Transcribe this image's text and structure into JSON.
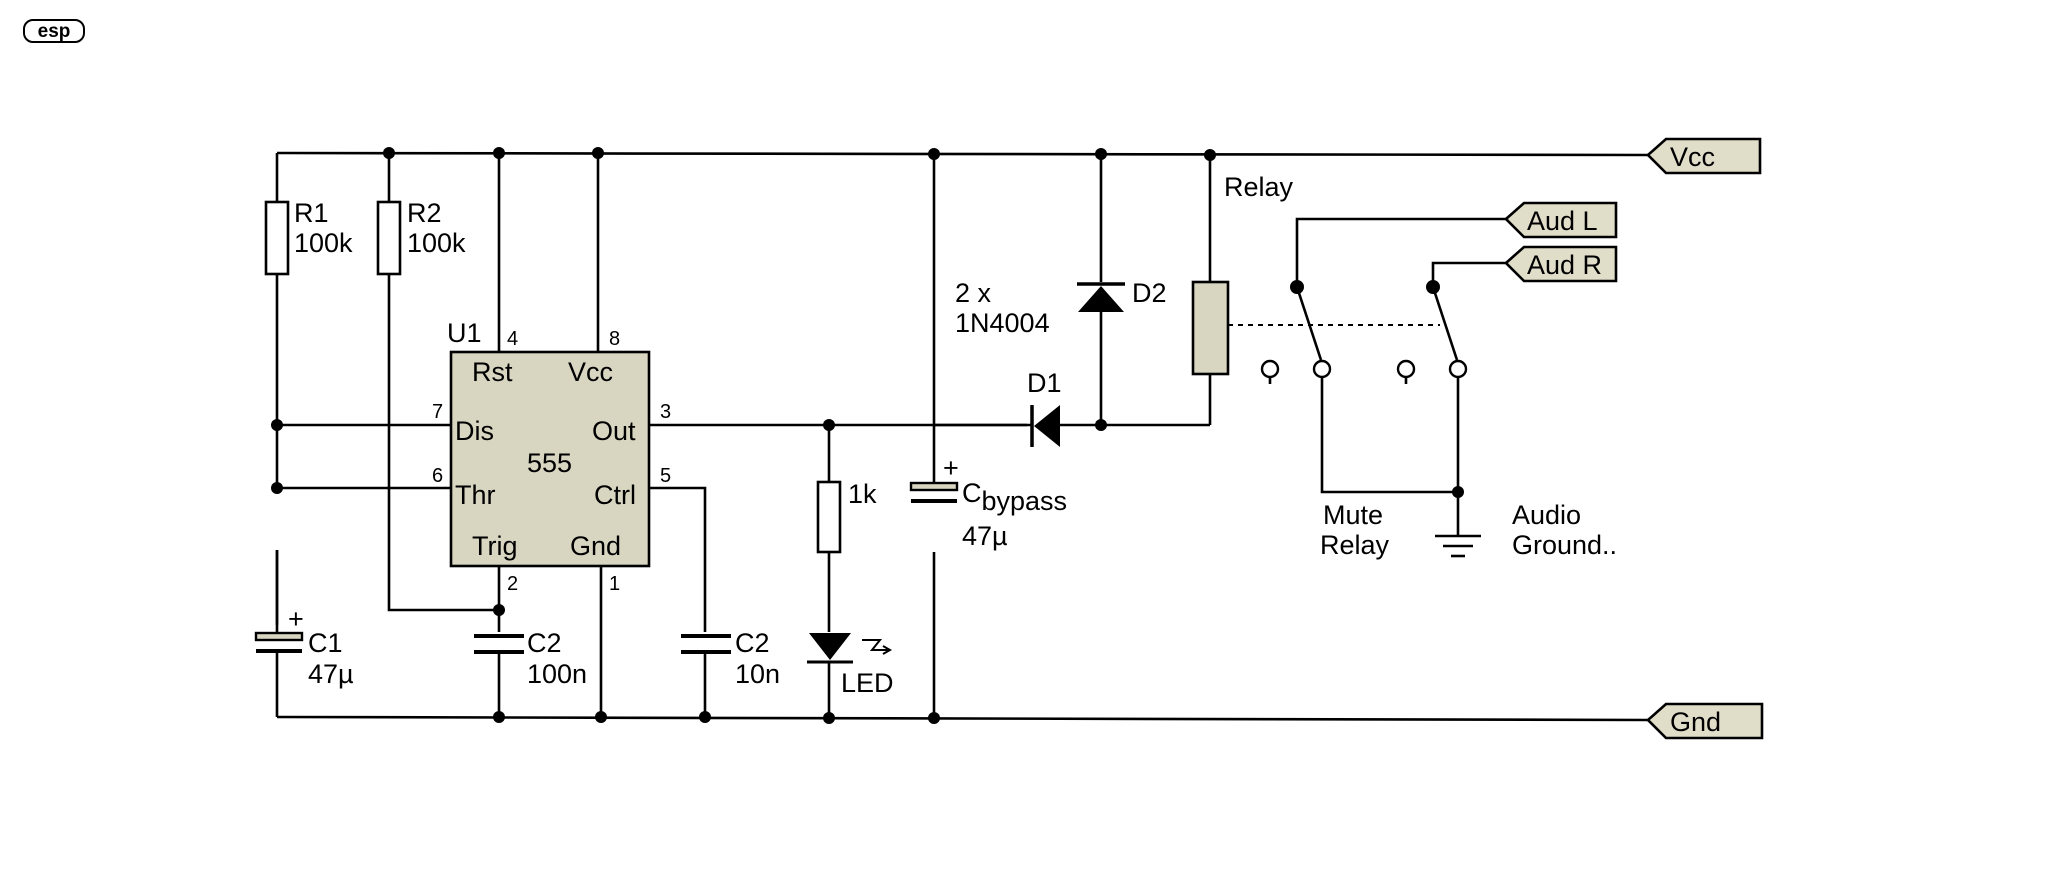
{
  "logo": "esp",
  "ic": {
    "ref": "U1",
    "name": "555",
    "pins": {
      "rst": "Rst",
      "vcc": "Vcc",
      "dis": "Dis",
      "out": "Out",
      "thr": "Thr",
      "ctrl": "Ctrl",
      "trig": "Trig",
      "gnd": "Gnd"
    },
    "pin_numbers": {
      "rst": "4",
      "vcc": "8",
      "dis": "7",
      "out": "3",
      "thr": "6",
      "ctrl": "5",
      "trig": "2",
      "gnd": "1"
    }
  },
  "components": {
    "r1": {
      "ref": "R1",
      "value": "100k"
    },
    "r2": {
      "ref": "R2",
      "value": "100k"
    },
    "c1": {
      "ref": "C1",
      "value": "47µ",
      "polarity": "+"
    },
    "c2a": {
      "ref": "C2",
      "value": "100n"
    },
    "c2b": {
      "ref": "C2",
      "value": "10n"
    },
    "r_led": {
      "value": "1k"
    },
    "led": {
      "label": "LED"
    },
    "cbypass": {
      "ref_main": "C",
      "ref_sub": "bypass",
      "value": "47µ",
      "polarity": "+"
    },
    "d1": {
      "ref": "D1"
    },
    "d2": {
      "ref": "D2",
      "note_line1": "2 x",
      "note_line2": "1N4004"
    },
    "relay": {
      "label": "Relay"
    },
    "mute_relay": {
      "line1": "Mute",
      "line2": "Relay"
    },
    "audio_ground": {
      "line1": "Audio",
      "line2": "Ground.."
    }
  },
  "nets": {
    "vcc": "Vcc",
    "gnd": "Gnd",
    "aud_l": "Aud L",
    "aud_r": "Aud R"
  }
}
